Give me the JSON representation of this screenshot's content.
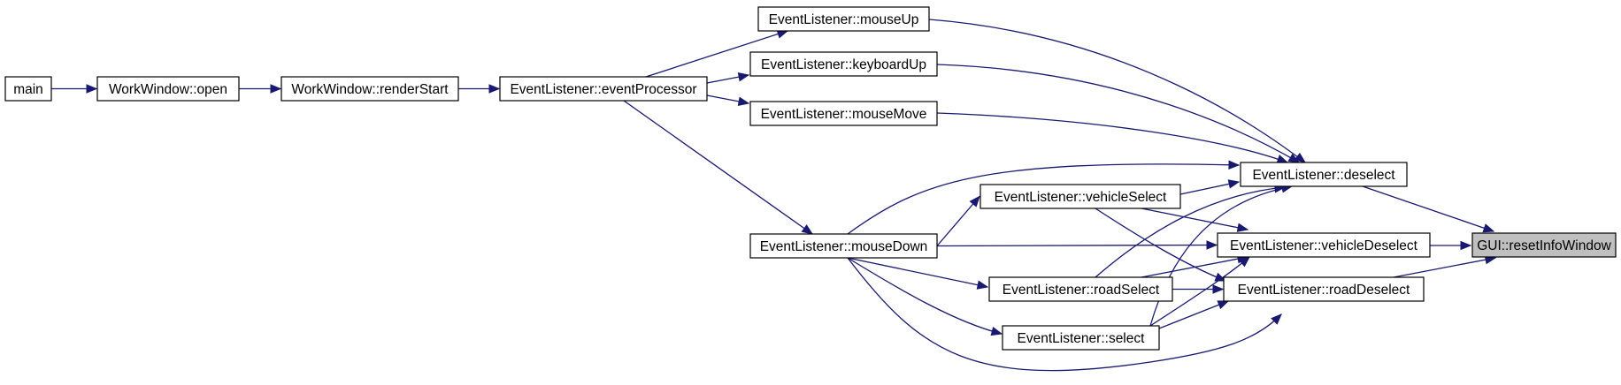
{
  "nodes": [
    {
      "id": "main",
      "label": "main"
    },
    {
      "id": "open",
      "label": "WorkWindow::open"
    },
    {
      "id": "renderStart",
      "label": "WorkWindow::renderStart"
    },
    {
      "id": "eventProcessor",
      "label": "EventListener::eventProcessor"
    },
    {
      "id": "mouseUp",
      "label": "EventListener::mouseUp"
    },
    {
      "id": "keyboardUp",
      "label": "EventListener::keyboardUp"
    },
    {
      "id": "mouseMove",
      "label": "EventListener::mouseMove"
    },
    {
      "id": "mouseDown",
      "label": "EventListener::mouseDown"
    },
    {
      "id": "vehicleSelect",
      "label": "EventListener::vehicleSelect"
    },
    {
      "id": "roadSelect",
      "label": "EventListener::roadSelect"
    },
    {
      "id": "select",
      "label": "EventListener::select"
    },
    {
      "id": "deselect",
      "label": "EventListener::deselect"
    },
    {
      "id": "vehicleDeselect",
      "label": "EventListener::vehicleDeselect"
    },
    {
      "id": "roadDeselect",
      "label": "EventListener::roadDeselect"
    },
    {
      "id": "resetInfoWindow",
      "label": "GUI::resetInfoWindow"
    }
  ],
  "edges": [
    {
      "from": "main",
      "to": "open"
    },
    {
      "from": "open",
      "to": "renderStart"
    },
    {
      "from": "renderStart",
      "to": "eventProcessor"
    },
    {
      "from": "eventProcessor",
      "to": "mouseUp"
    },
    {
      "from": "eventProcessor",
      "to": "keyboardUp"
    },
    {
      "from": "eventProcessor",
      "to": "mouseMove"
    },
    {
      "from": "eventProcessor",
      "to": "mouseDown"
    },
    {
      "from": "mouseUp",
      "to": "deselect"
    },
    {
      "from": "keyboardUp",
      "to": "deselect"
    },
    {
      "from": "mouseMove",
      "to": "deselect"
    },
    {
      "from": "mouseDown",
      "to": "deselect"
    },
    {
      "from": "mouseDown",
      "to": "vehicleSelect"
    },
    {
      "from": "mouseDown",
      "to": "vehicleDeselect"
    },
    {
      "from": "mouseDown",
      "to": "roadSelect"
    },
    {
      "from": "mouseDown",
      "to": "select"
    },
    {
      "from": "mouseDown",
      "to": "roadDeselect"
    },
    {
      "from": "vehicleSelect",
      "to": "deselect"
    },
    {
      "from": "vehicleSelect",
      "to": "vehicleDeselect"
    },
    {
      "from": "vehicleSelect",
      "to": "roadDeselect"
    },
    {
      "from": "roadSelect",
      "to": "deselect"
    },
    {
      "from": "roadSelect",
      "to": "vehicleDeselect"
    },
    {
      "from": "roadSelect",
      "to": "roadDeselect"
    },
    {
      "from": "select",
      "to": "deselect"
    },
    {
      "from": "select",
      "to": "vehicleDeselect"
    },
    {
      "from": "select",
      "to": "roadDeselect"
    },
    {
      "from": "deselect",
      "to": "resetInfoWindow"
    },
    {
      "from": "vehicleDeselect",
      "to": "resetInfoWindow"
    },
    {
      "from": "roadDeselect",
      "to": "resetInfoWindow"
    }
  ],
  "root_node": "resetInfoWindow",
  "colors": {
    "edge": "#191970",
    "node_border": "#000000",
    "node_fill": "#ffffff",
    "root_fill": "#bfbfbf"
  }
}
